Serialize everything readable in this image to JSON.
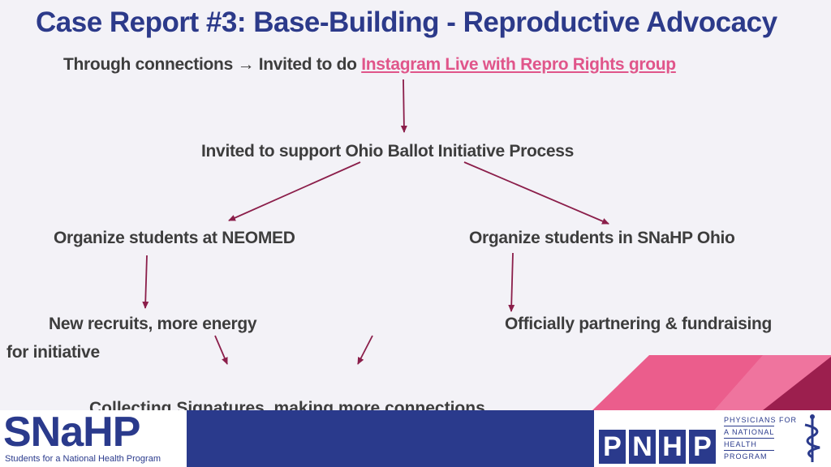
{
  "slide": {
    "title": "Case Report #3: Base-Building - Reproductive Advocacy",
    "line1_prefix": "Through connections → Invited to do ",
    "line1_link": "Instagram Live with Repro Rights group",
    "step2": "Invited to support Ohio Ballot Initiative Process",
    "left_branch": "Organize students at NEOMED",
    "right_branch": "Organize students in SNaHP Ohio",
    "left_result_line1": "New recruits, more energy",
    "left_result_line2": "for initiative",
    "right_result": "Officially partnering & fundraising",
    "final_step_partial": "Collecting Signatures, making more connections"
  },
  "footer": {
    "snahp_logo": "SNaHP",
    "snahp_subtitle": "Students for a National Health Program",
    "pnhp_letters": [
      "P",
      "N",
      "H",
      "P"
    ],
    "pnhp_text": [
      "PHYSICIANS FOR",
      "A NATIONAL",
      "HEALTH",
      "PROGRAM"
    ]
  },
  "colors": {
    "title": "#2c3a8a",
    "link": "#e0558a",
    "arrow": "#8b1e4a",
    "footer_blue": "#2a3a8c",
    "accent_pink": "#e6467a",
    "accent_dark": "#9c1f4e"
  }
}
